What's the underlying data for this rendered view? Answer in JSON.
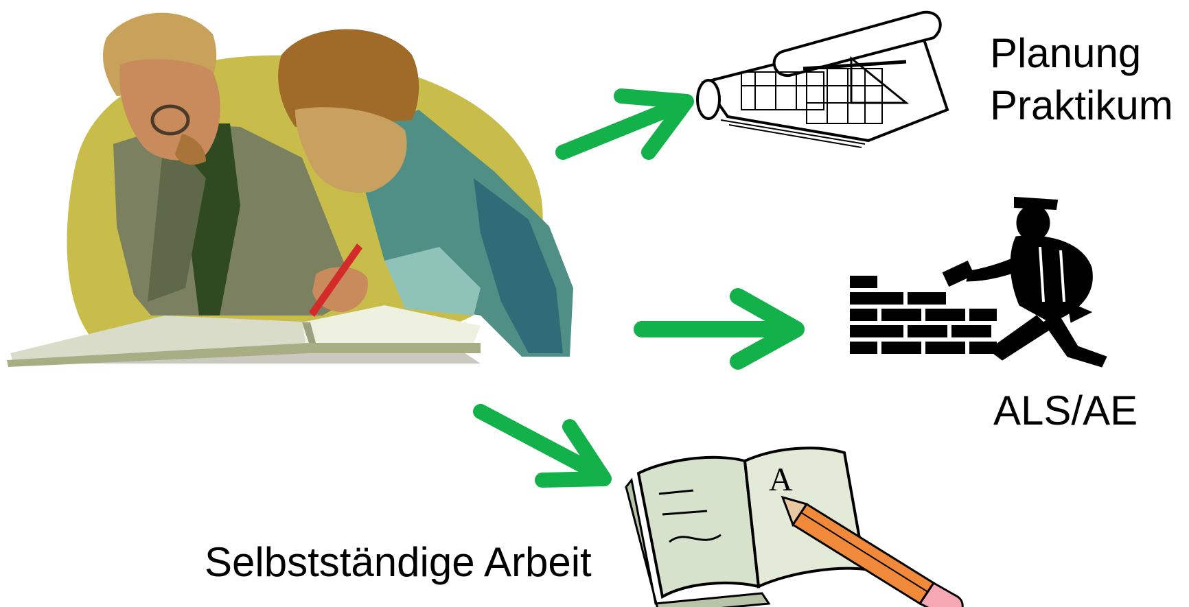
{
  "labels": {
    "planung": "Planung",
    "praktikum": "Praktikum",
    "als_ae": "ALS/AE",
    "selbststaendige_arbeit": "Selbstständige Arbeit"
  },
  "icons": {
    "left": "two-men-studying-book-icon",
    "top_right": "blueprint-scroll-icon",
    "middle_right": "bricklayer-wall-icon",
    "bottom_right": "notebook-pencil-icon",
    "arrows": "green-arrow-icon"
  },
  "colors": {
    "arrow": "#12b14a",
    "ink": "#000000",
    "background": "#ffffff"
  },
  "inner_text": {
    "notebook_grade": "A"
  }
}
